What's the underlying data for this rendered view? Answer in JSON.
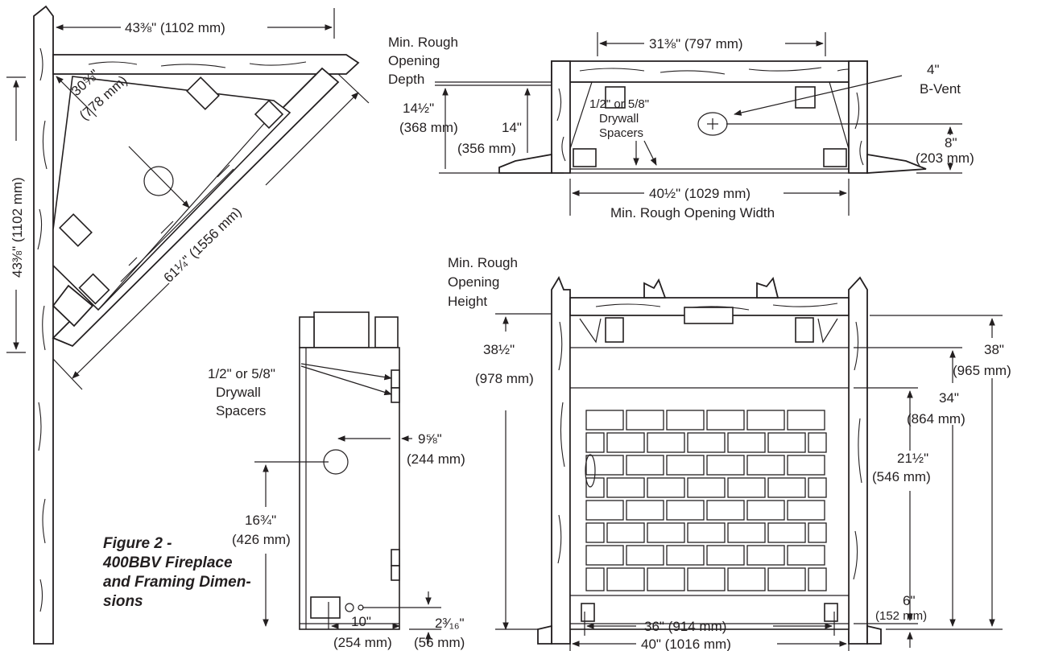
{
  "caption": {
    "line1": "Figure 2 -",
    "line2": "400BBV Fireplace",
    "line3": "and Framing Dimen-",
    "line4": "sions"
  },
  "corner_view": {
    "wall_width": "43⅜\" (1102 mm)",
    "wall_height": "43⅜\" (1102 mm)",
    "depth_a": "30⅝\"",
    "depth_b": "(778 mm)",
    "diagonal": "61¼\" (1556 mm)"
  },
  "top_view": {
    "rough_depth_1": "Min. Rough",
    "rough_depth_2": "Opening",
    "rough_depth_3": "Depth",
    "width_top": "31⅜\" (797 mm)",
    "depth_1a": "14½\"",
    "depth_1b": "(368 mm)",
    "depth_2a": "14\"",
    "depth_2b": "(356 mm)",
    "spacer_1": "1/2\" or 5/8\"",
    "spacer_2": "Drywall",
    "spacer_3": "Spacers",
    "vent_1": "4\"",
    "vent_2": "B-Vent",
    "vent_off_a": "8\"",
    "vent_off_b": "(203 mm)",
    "rough_width": "40½\" (1029 mm)",
    "rough_width_label": "Min. Rough Opening Width"
  },
  "side_view": {
    "spacer_1": "1/2\" or 5/8\"",
    "spacer_2": "Drywall",
    "spacer_3": "Spacers",
    "vent_offset_a": "9⅝\"",
    "vent_offset_b": "(244 mm)",
    "vent_height_a": "16¾\"",
    "vent_height_b": "(426 mm)",
    "gas_a": "10\"",
    "gas_b": "(254 mm)",
    "gas_h_a": "2³⁄₁₆\"",
    "gas_h_b": "(56 mm)"
  },
  "front_view": {
    "rough_height_1": "Min. Rough",
    "rough_height_2": "Opening",
    "rough_height_3": "Height",
    "h1_a": "38½\"",
    "h1_b": "(978 mm)",
    "h2_a": "38\"",
    "h2_b": "(965 mm)",
    "h3_a": "34\"",
    "h3_b": "(864 mm)",
    "h4_a": "21½\"",
    "h4_b": "(546 mm)",
    "h5_a": "6\"",
    "h5_b": "(152 mm)",
    "w1": "36\" (914 mm)",
    "w2": "40\" (1016 mm)"
  }
}
